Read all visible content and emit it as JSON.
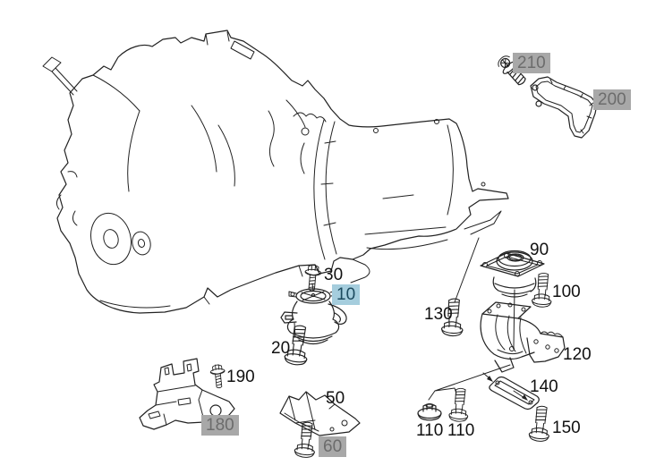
{
  "colors": {
    "background": "#ffffff",
    "line_art": "#222222",
    "label_text": "#111111",
    "badge_gray_bg": "#a8a8a8",
    "badge_gray_text": "#6c6c6c",
    "badge_blue_bg": "#a5cddd",
    "badge_blue_text": "#1c4a5e"
  },
  "diagram": {
    "name": "engine-and-transmission-mounting-parts-diagram",
    "callouts": {
      "c10": {
        "label": "10",
        "style": "blue",
        "part": "engine-mount"
      },
      "c20": {
        "label": "20",
        "style": "plain",
        "part": "flange-bolt"
      },
      "c30": {
        "label": "30",
        "style": "plain",
        "part": "flange-bolt"
      },
      "c50": {
        "label": "50",
        "style": "plain",
        "part": "heat-shield"
      },
      "c60": {
        "label": "60",
        "style": "gray",
        "part": "flange-bolt"
      },
      "c90": {
        "label": "90",
        "style": "plain",
        "part": "transmission-mount"
      },
      "c100": {
        "label": "100",
        "style": "plain",
        "part": "flange-bolt"
      },
      "c110a": {
        "label": "110",
        "style": "plain",
        "part": "flange-nut"
      },
      "c110b": {
        "label": "110",
        "style": "plain",
        "part": "flange-bolt"
      },
      "c120": {
        "label": "120",
        "style": "plain",
        "part": "crossmember-bracket"
      },
      "c130": {
        "label": "130",
        "style": "plain",
        "part": "flange-bolt"
      },
      "c140": {
        "label": "140",
        "style": "plain",
        "part": "shim-plate"
      },
      "c150": {
        "label": "150",
        "style": "plain",
        "part": "flange-bolt"
      },
      "c180": {
        "label": "180",
        "style": "gray",
        "part": "engine-mount-bracket"
      },
      "c190": {
        "label": "190",
        "style": "plain",
        "part": "flange-bolt"
      },
      "c200": {
        "label": "200",
        "style": "gray",
        "part": "support-bracket"
      },
      "c210": {
        "label": "210",
        "style": "gray",
        "part": "hex-bolt"
      }
    }
  }
}
